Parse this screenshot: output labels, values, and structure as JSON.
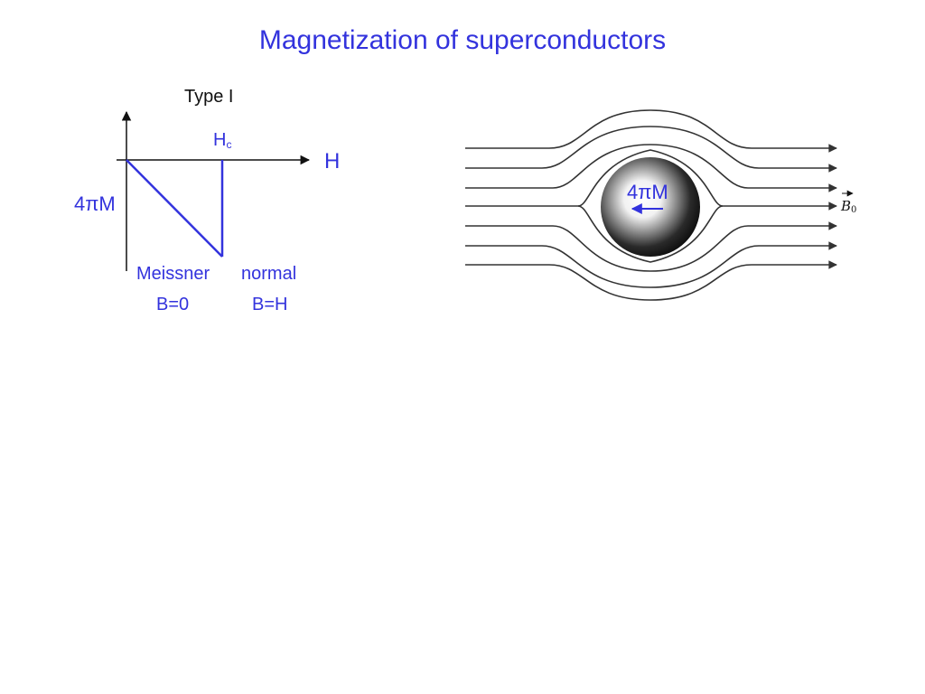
{
  "title": "Magnetization of superconductors",
  "magnetization_plot": {
    "type_label": "Type I",
    "critical_field_label": "H",
    "critical_field_subscript": "c",
    "x_axis_label": "H",
    "y_axis_label": "4πM",
    "meissner_label": "Meissner",
    "meissner_field_label": "B=0",
    "normal_label": "normal",
    "normal_field_label": "B=H"
  },
  "field_diagram": {
    "magnetization_label": "4πM",
    "field_label": "B",
    "field_subscript": "0"
  },
  "colors": {
    "accent": "#3333dd",
    "text": "#111111",
    "field_lines": "#333333"
  }
}
